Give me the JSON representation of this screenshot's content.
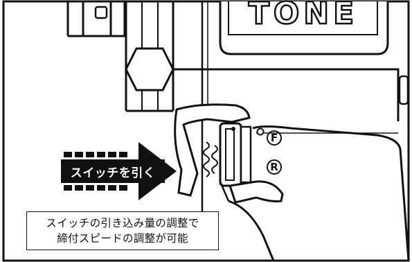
{
  "logo": {
    "text": "TONE"
  },
  "arrow": {
    "label": "スイッチを引く"
  },
  "direction_marks": {
    "forward": "F",
    "reverse": "R"
  },
  "caption": {
    "line1": "スイッチの引き込み量の調整で",
    "line2": "締付スピードの調整が可能"
  }
}
